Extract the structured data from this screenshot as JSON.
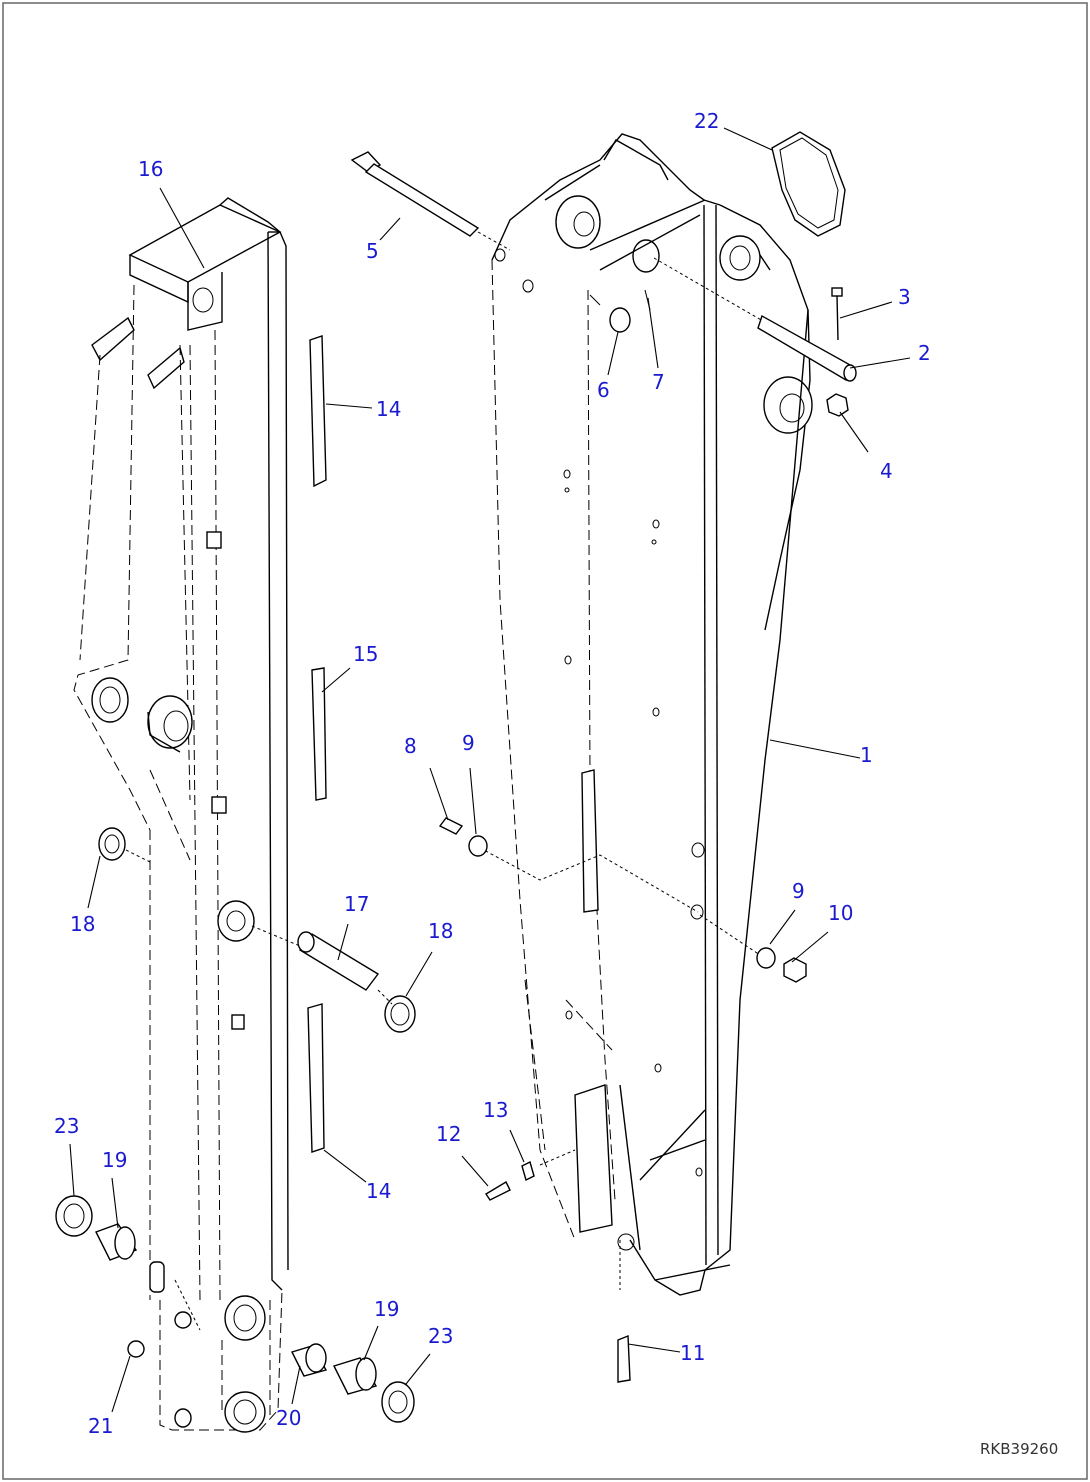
{
  "diagram": {
    "callouts": [
      "1",
      "2",
      "3",
      "4",
      "5",
      "6",
      "7",
      "8",
      "9",
      "9",
      "10",
      "11",
      "12",
      "13",
      "14",
      "14",
      "15",
      "16",
      "17",
      "18",
      "18",
      "19",
      "19",
      "20",
      "21",
      "22",
      "23",
      "23"
    ],
    "drawing_id": "RKB39260"
  },
  "colors": {
    "callout": "#1a1ad0",
    "line": "#000000",
    "frame": "#666666"
  }
}
